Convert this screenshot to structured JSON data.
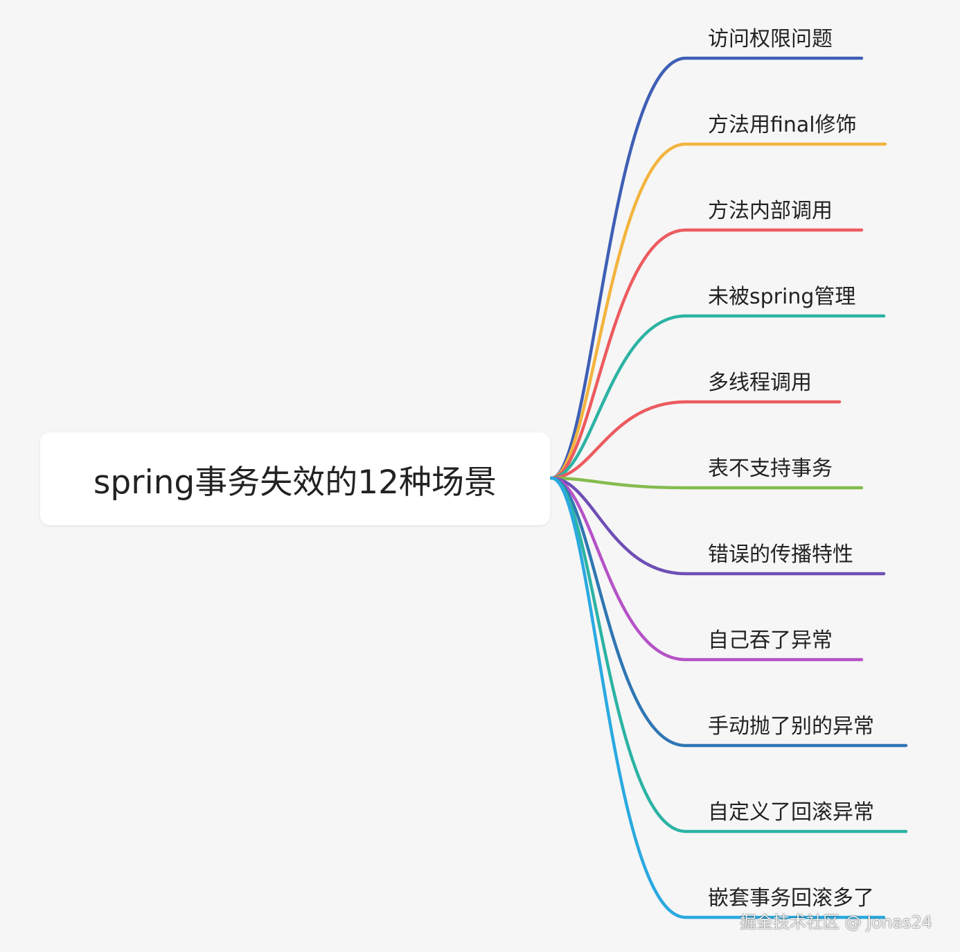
{
  "root": {
    "label": "spring事务失效的12种场景"
  },
  "branches": [
    {
      "label": "访问权限问题",
      "color": "#3f5fb5"
    },
    {
      "label": "方法用final修饰",
      "color": "#f3b43e"
    },
    {
      "label": "方法内部调用",
      "color": "#ec5b5f"
    },
    {
      "label": "未被spring管理",
      "color": "#2cb3a4"
    },
    {
      "label": "多线程调用",
      "color": "#ec5b5f"
    },
    {
      "label": "表不支持事务",
      "color": "#85bb4e"
    },
    {
      "label": "错误的传播特性",
      "color": "#6e4eb5"
    },
    {
      "label": "自己吞了异常",
      "color": "#b552c7"
    },
    {
      "label": "手动抛了别的异常",
      "color": "#2f76b3"
    },
    {
      "label": "自定义了回滚异常",
      "color": "#2cb3a4"
    },
    {
      "label": "嵌套事务回滚多了",
      "color": "#2aa9e0"
    }
  ],
  "watermark": "掘金技术社区 @ Jonas24"
}
